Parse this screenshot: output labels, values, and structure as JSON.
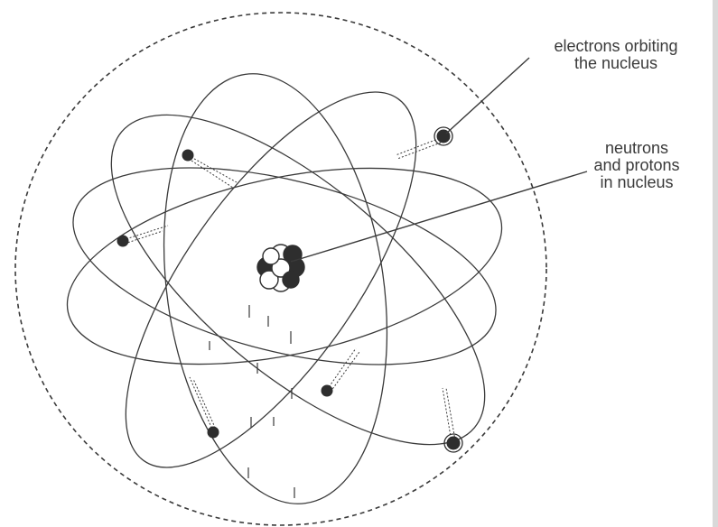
{
  "labels": {
    "electrons": {
      "line1": "electrons orbiting",
      "line2": "the nucleus"
    },
    "nucleus": {
      "line1": "neutrons",
      "line2": "and protons",
      "line3": "in nucleus"
    }
  },
  "colors": {
    "ink": "#3a3a3a",
    "background": "#ffffff"
  }
}
